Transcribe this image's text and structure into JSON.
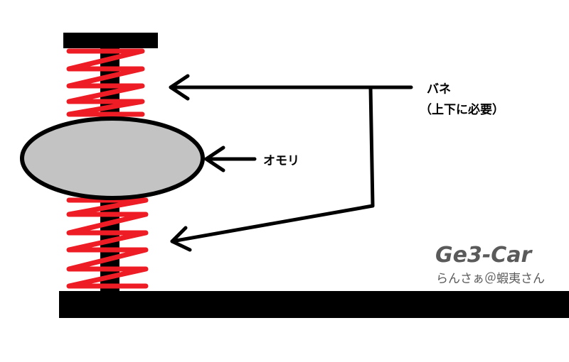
{
  "diagram": {
    "labels": {
      "spring": "バネ",
      "spring_note": "（上下に必要）",
      "mass": "オモリ"
    },
    "watermark": {
      "title": "Ge3-Car",
      "credit": "らんさぁ＠蝦夷さん"
    },
    "colors": {
      "spring": "#ee1c24",
      "mass_fill": "#c3c3c3",
      "outline": "#000000",
      "watermark": "#5a5a5a"
    }
  }
}
